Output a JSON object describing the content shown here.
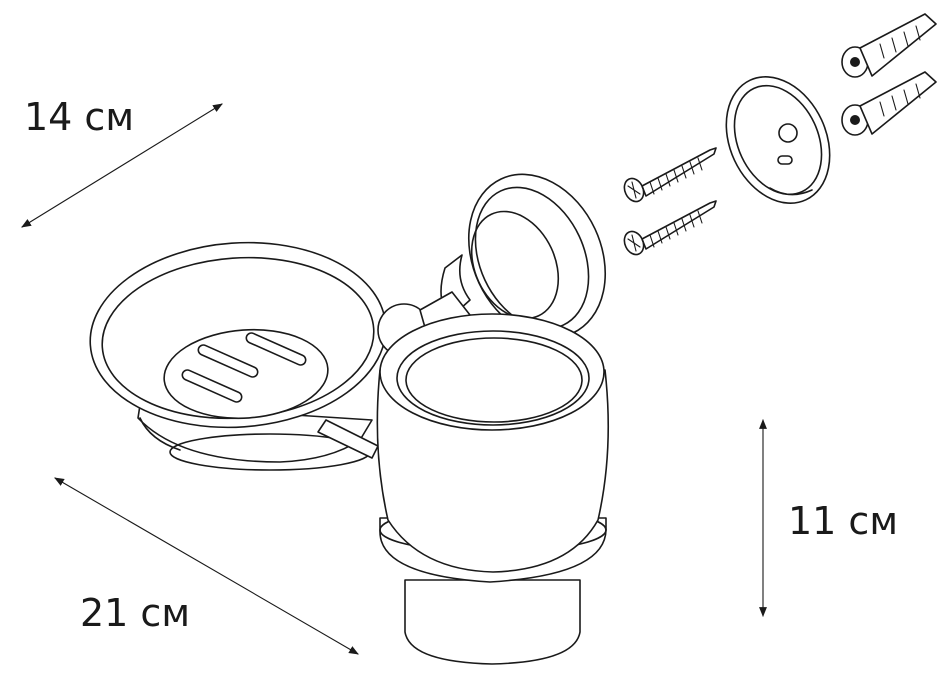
{
  "dimensions": {
    "depth": "14 см",
    "width": "21 см",
    "height": "11 см"
  }
}
